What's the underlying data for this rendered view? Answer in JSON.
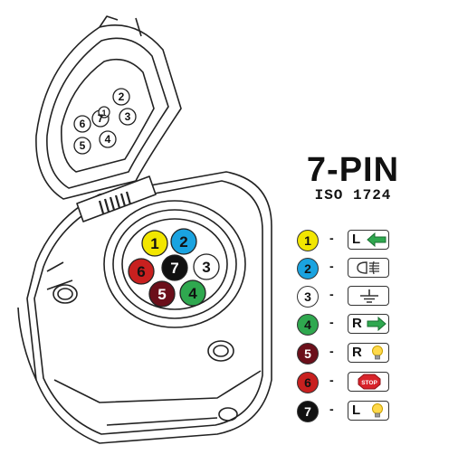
{
  "title": "7-PIN",
  "subtitle": "ISO 1724",
  "legend": [
    {
      "number": "1",
      "color": "#f2e600",
      "text_color": "#111111",
      "function": "L",
      "icon": "left-arrow-icon"
    },
    {
      "number": "2",
      "color": "#1aa3e0",
      "text_color": "#111111",
      "function": "",
      "icon": "fog-light-icon"
    },
    {
      "number": "3",
      "color": "#ffffff",
      "text_color": "#111111",
      "function": "",
      "icon": "ground-icon"
    },
    {
      "number": "4",
      "color": "#2fa84f",
      "text_color": "#111111",
      "function": "R",
      "icon": "right-arrow-icon"
    },
    {
      "number": "5",
      "color": "#6b0f1a",
      "text_color": "#ffffff",
      "function": "R",
      "icon": "bulb-icon"
    },
    {
      "number": "6",
      "color": "#c8201f",
      "text_color": "#111111",
      "function": "",
      "icon": "stop-icon"
    },
    {
      "number": "7",
      "color": "#111111",
      "text_color": "#ffffff",
      "function": "L",
      "icon": "bulb-icon"
    }
  ],
  "lid_numbers": [
    "1",
    "2",
    "3",
    "4",
    "5",
    "6",
    "7"
  ],
  "stop_sign_text": "STOP"
}
